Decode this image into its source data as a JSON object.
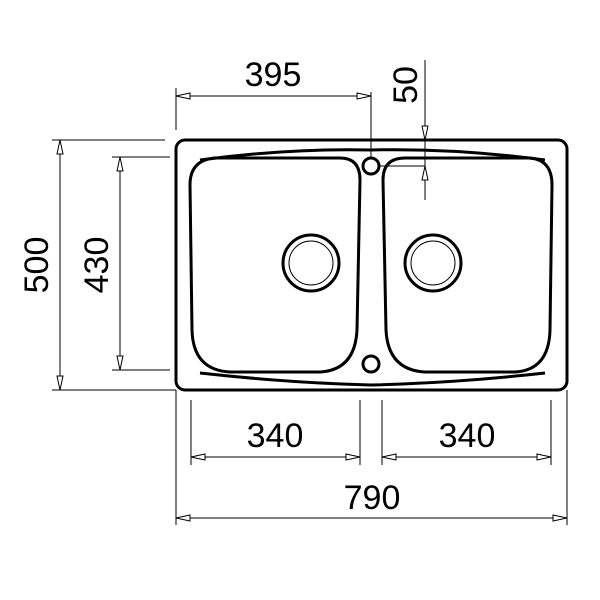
{
  "drawing": {
    "title": "Double bowl sink dimensions",
    "dimensions": {
      "tap_offset": "395",
      "tap_edge_distance": "50",
      "overall_depth": "500",
      "bowl_depth": "430",
      "left_bowl_width": "340",
      "right_bowl_width": "340",
      "overall_width": "790"
    },
    "line_color": "#000000",
    "background": "#ffffff"
  }
}
